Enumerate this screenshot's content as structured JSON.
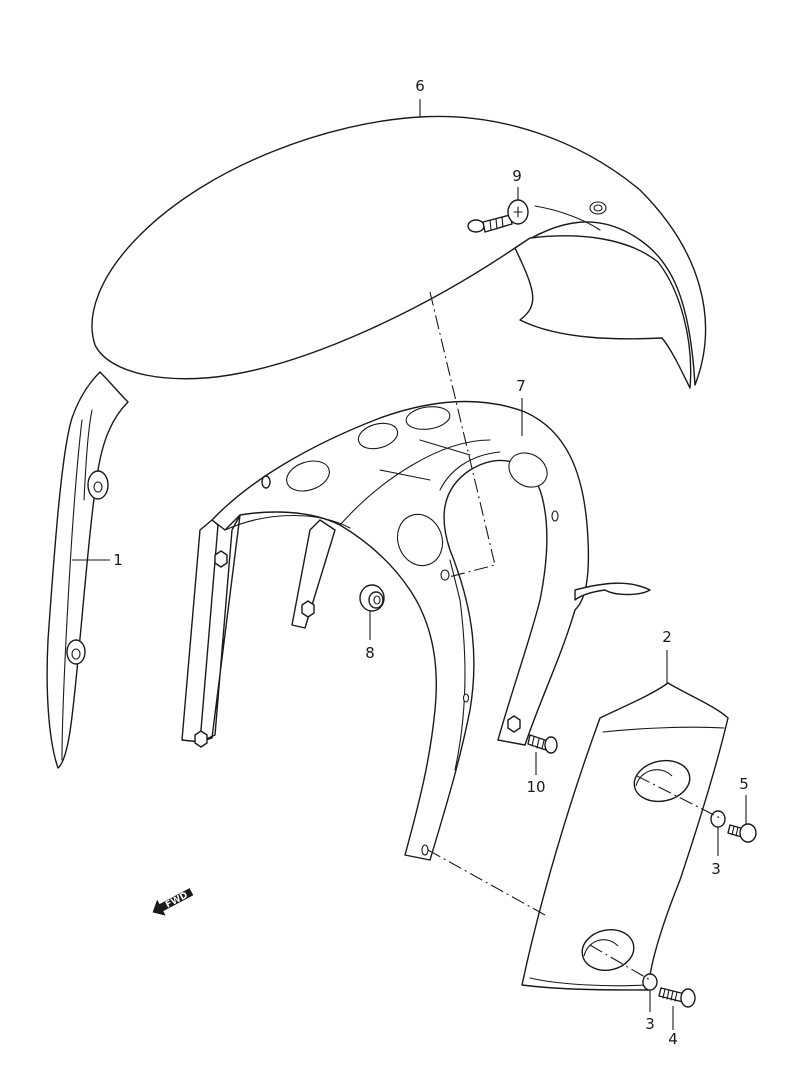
{
  "diagram": {
    "callouts": [
      {
        "id": "1",
        "label": "1"
      },
      {
        "id": "2",
        "label": "2"
      },
      {
        "id": "3a",
        "label": "3"
      },
      {
        "id": "3b",
        "label": "3"
      },
      {
        "id": "4",
        "label": "4"
      },
      {
        "id": "5",
        "label": "5"
      },
      {
        "id": "6",
        "label": "6"
      },
      {
        "id": "7",
        "label": "7"
      },
      {
        "id": "8",
        "label": "8"
      },
      {
        "id": "9",
        "label": "9"
      },
      {
        "id": "10",
        "label": "10"
      }
    ],
    "fwd_badge": {
      "label": "FWD",
      "icon": "arrow-left-icon"
    }
  }
}
